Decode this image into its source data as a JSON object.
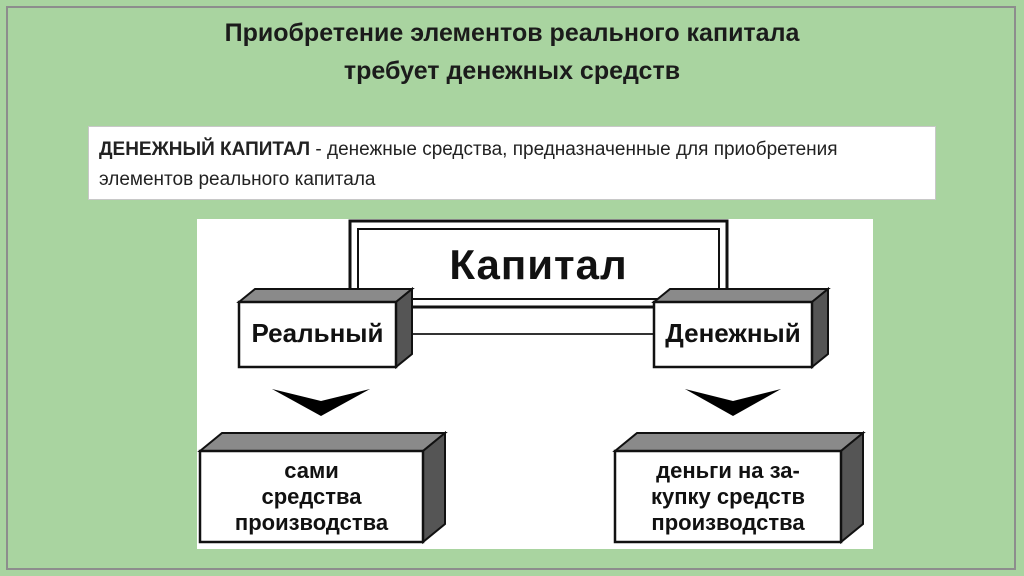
{
  "slide": {
    "title_line1": "Приобретение элементов реального капитала",
    "title_line2": "требует денежных средств"
  },
  "definition": {
    "term": "ДЕНЕЖНЫЙ КАПИТАЛ",
    "text": " - денежные средства, предназначенные для приобретения элементов реального капитала"
  },
  "diagram": {
    "root": "Капитал",
    "left": "Реальный",
    "right": "Денежный",
    "left_result": [
      "сами",
      "средства",
      "производства"
    ],
    "right_result": [
      "деньги на за-",
      "купку средств",
      "производства"
    ]
  },
  "colors": {
    "background": "#a9d4a0",
    "box_side": "#555555",
    "box_top": "#8a8a8a"
  }
}
